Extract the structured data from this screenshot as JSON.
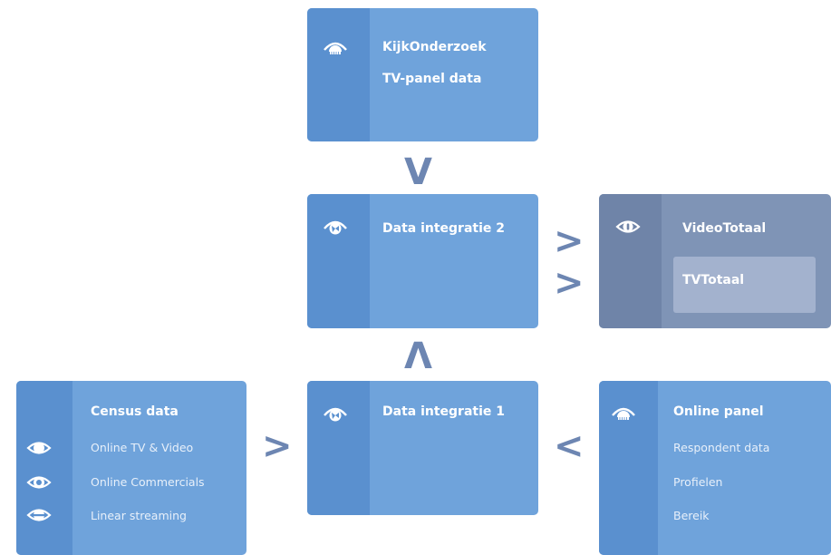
{
  "boxes": {
    "kijkonderzoek": {
      "title": "KijkOnderzoek",
      "line1": "TV-panel data"
    },
    "integratie2": {
      "title": "Data integratie 2"
    },
    "videototaal": {
      "title": "VideoTotaal",
      "inner": "TVTotaal"
    },
    "census": {
      "title": "Census data",
      "items": [
        "Online TV & Video",
        "Online Commercials",
        "Linear streaming"
      ]
    },
    "integratie1": {
      "title": "Data integratie 1"
    },
    "online_panel": {
      "title": "Online panel",
      "items": [
        "Respondent data",
        "Profielen",
        "Bereik"
      ]
    }
  },
  "arrows": {
    "down": "V",
    "up": "Λ",
    "right_top": ">",
    "right_bottom": ">",
    "census_to_int1": ">",
    "panel_to_int1": "<"
  },
  "icons": {
    "eye_dome": "eye-panel-icon",
    "integration": "integration-icon",
    "eye_video": "eye-video-icon"
  }
}
